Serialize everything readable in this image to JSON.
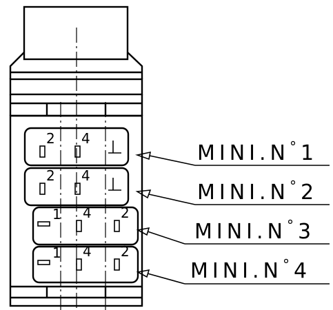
{
  "drawing": {
    "callouts": [
      {
        "base": "MINI.N",
        "deg": "°",
        "num": "1"
      },
      {
        "base": "MINI.N",
        "deg": "°",
        "num": "2"
      },
      {
        "base": "MINI.N",
        "deg": "°",
        "num": "3"
      },
      {
        "base": "MINI.N",
        "deg": "°",
        "num": "4"
      }
    ],
    "modules": [
      {
        "cells": [
          {
            "type": "socket",
            "num": "2"
          },
          {
            "type": "socket",
            "num": "4"
          },
          {
            "type": "ground",
            "num": ""
          }
        ]
      },
      {
        "cells": [
          {
            "type": "socket",
            "num": "2"
          },
          {
            "type": "socket",
            "num": "4"
          },
          {
            "type": "ground",
            "num": ""
          }
        ]
      },
      {
        "cells": [
          {
            "type": "bar",
            "num": "1"
          },
          {
            "type": "socket",
            "num": "4"
          },
          {
            "type": "socket",
            "num": "2"
          }
        ]
      },
      {
        "cells": [
          {
            "type": "bar",
            "num": "1"
          },
          {
            "type": "socket",
            "num": "4"
          },
          {
            "type": "socket",
            "num": "2"
          }
        ]
      }
    ]
  }
}
